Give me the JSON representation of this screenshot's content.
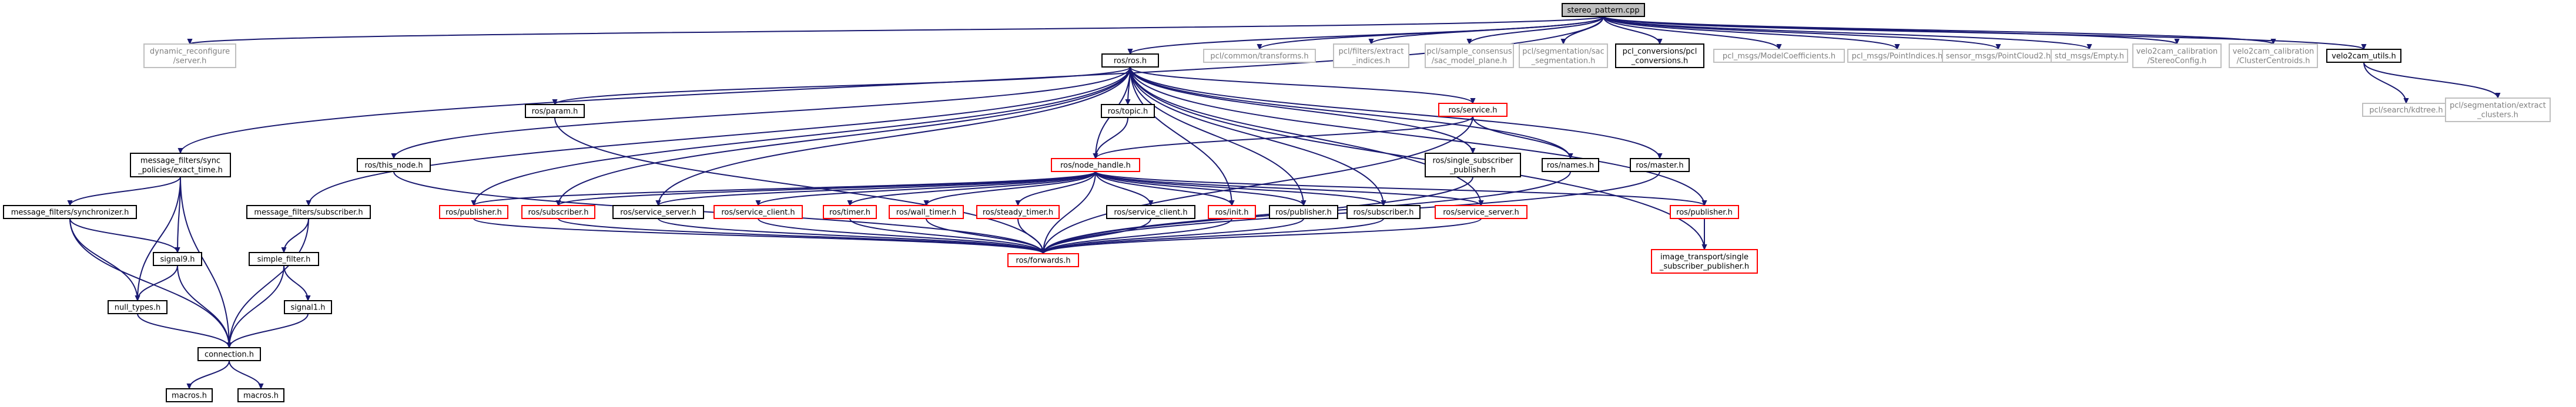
{
  "colors": {
    "edge": "#191970",
    "node_border": "#000000",
    "node_border_external": "#bfbfbf",
    "node_border_truncated": "#ff0000",
    "node_fill": "#ffffff",
    "root_fill": "#bfbfbf",
    "text": "#000000",
    "text_external": "#7f7f7f"
  },
  "nodes": [
    {
      "id": "root",
      "lines": [
        "stereo_pattern.cpp"
      ],
      "kind": "root"
    },
    {
      "id": "dynrec",
      "lines": [
        "dynamic_reconfigure",
        "/server.h"
      ],
      "kind": "external"
    },
    {
      "id": "rosros",
      "lines": [
        "ros/ros.h"
      ],
      "kind": "normal"
    },
    {
      "id": "pclcommon",
      "lines": [
        "pcl/common/transforms.h"
      ],
      "kind": "external"
    },
    {
      "id": "pclfilters",
      "lines": [
        "pcl/filters/extract",
        "_indices.h"
      ],
      "kind": "external"
    },
    {
      "id": "pclsac",
      "lines": [
        "pcl/sample_consensus",
        "/sac_model_plane.h"
      ],
      "kind": "external"
    },
    {
      "id": "pclseg",
      "lines": [
        "pcl/segmentation/sac",
        "_segmentation.h"
      ],
      "kind": "external"
    },
    {
      "id": "pclconv",
      "lines": [
        "pcl_conversions/pcl",
        "_conversions.h"
      ],
      "kind": "normal"
    },
    {
      "id": "pclmodel",
      "lines": [
        "pcl_msgs/ModelCoefficients.h"
      ],
      "kind": "external"
    },
    {
      "id": "pclidx",
      "lines": [
        "pcl_msgs/PointIndices.h"
      ],
      "kind": "external"
    },
    {
      "id": "sensor",
      "lines": [
        "sensor_msgs/PointCloud2.h"
      ],
      "kind": "external"
    },
    {
      "id": "stdempty",
      "lines": [
        "std_msgs/Empty.h"
      ],
      "kind": "external"
    },
    {
      "id": "velocfg",
      "lines": [
        "velo2cam_calibration",
        "/StereoConfig.h"
      ],
      "kind": "external"
    },
    {
      "id": "velocent",
      "lines": [
        "velo2cam_calibration",
        "/ClusterCentroids.h"
      ],
      "kind": "external"
    },
    {
      "id": "veloutils",
      "lines": [
        "velo2cam_utils.h"
      ],
      "kind": "normal"
    },
    {
      "id": "kdtree",
      "lines": [
        "pcl/search/kdtree.h"
      ],
      "kind": "external"
    },
    {
      "id": "extclusters",
      "lines": [
        "pcl/segmentation/extract",
        "_clusters.h"
      ],
      "kind": "external"
    },
    {
      "id": "msgsync",
      "lines": [
        "message_filters/sync",
        "_policies/exact_time.h"
      ],
      "kind": "normal"
    },
    {
      "id": "rosparam",
      "lines": [
        "ros/param.h"
      ],
      "kind": "normal"
    },
    {
      "id": "rostopic",
      "lines": [
        "ros/topic.h"
      ],
      "kind": "normal"
    },
    {
      "id": "rosservice",
      "lines": [
        "ros/service.h"
      ],
      "kind": "truncated"
    },
    {
      "id": "rosthisnode",
      "lines": [
        "ros/this_node.h"
      ],
      "kind": "normal"
    },
    {
      "id": "rosnodehandle",
      "lines": [
        "ros/node_handle.h"
      ],
      "kind": "truncated"
    },
    {
      "id": "rossinglesub",
      "lines": [
        "ros/single_subscriber",
        "_publisher.h"
      ],
      "kind": "normal"
    },
    {
      "id": "rosnames",
      "lines": [
        "ros/names.h"
      ],
      "kind": "normal"
    },
    {
      "id": "rosmaster",
      "lines": [
        "ros/master.h"
      ],
      "kind": "normal"
    },
    {
      "id": "msgsynchronizer",
      "lines": [
        "message_filters/synchronizer.h"
      ],
      "kind": "normal"
    },
    {
      "id": "msgsubscriber",
      "lines": [
        "message_filters/subscriber.h"
      ],
      "kind": "normal"
    },
    {
      "id": "rospublisher1",
      "lines": [
        "ros/publisher.h"
      ],
      "kind": "truncated"
    },
    {
      "id": "rossubscriber1",
      "lines": [
        "ros/subscriber.h"
      ],
      "kind": "truncated"
    },
    {
      "id": "rosserviceserver1",
      "lines": [
        "ros/service_server.h"
      ],
      "kind": "normal"
    },
    {
      "id": "rosserviceclient1",
      "lines": [
        "ros/service_client.h"
      ],
      "kind": "truncated"
    },
    {
      "id": "rostimer",
      "lines": [
        "ros/timer.h"
      ],
      "kind": "truncated"
    },
    {
      "id": "roswalltimer",
      "lines": [
        "ros/wall_timer.h"
      ],
      "kind": "truncated"
    },
    {
      "id": "rossteadytimer",
      "lines": [
        "ros/steady_timer.h"
      ],
      "kind": "truncated"
    },
    {
      "id": "rosserviceclient2",
      "lines": [
        "ros/service_client.h"
      ],
      "kind": "normal"
    },
    {
      "id": "rosinit",
      "lines": [
        "ros/init.h"
      ],
      "kind": "truncated"
    },
    {
      "id": "rospublisher2",
      "lines": [
        "ros/publisher.h"
      ],
      "kind": "normal"
    },
    {
      "id": "rossubscriber2",
      "lines": [
        "ros/subscriber.h"
      ],
      "kind": "normal"
    },
    {
      "id": "rosserviceserver2",
      "lines": [
        "ros/service_server.h"
      ],
      "kind": "truncated"
    },
    {
      "id": "rospublisher3",
      "lines": [
        "ros/publisher.h"
      ],
      "kind": "truncated"
    },
    {
      "id": "signal9",
      "lines": [
        "signal9.h"
      ],
      "kind": "normal"
    },
    {
      "id": "simplefilter",
      "lines": [
        "simple_filter.h"
      ],
      "kind": "normal"
    },
    {
      "id": "signal1",
      "lines": [
        "signal1.h"
      ],
      "kind": "normal"
    },
    {
      "id": "nulltypes",
      "lines": [
        "null_types.h"
      ],
      "kind": "normal"
    },
    {
      "id": "connection",
      "lines": [
        "connection.h"
      ],
      "kind": "normal"
    },
    {
      "id": "macros1",
      "lines": [
        "macros.h"
      ],
      "kind": "normal"
    },
    {
      "id": "macros2",
      "lines": [
        "macros.h"
      ],
      "kind": "normal"
    },
    {
      "id": "rosforwards",
      "lines": [
        "ros/forwards.h"
      ],
      "kind": "truncated"
    },
    {
      "id": "imgtransport",
      "lines": [
        "image_transport/single",
        "_subscriber_publisher.h"
      ],
      "kind": "truncated"
    }
  ],
  "edges": [
    [
      "root",
      "dynrec"
    ],
    [
      "root",
      "rosros"
    ],
    [
      "root",
      "pclcommon"
    ],
    [
      "root",
      "pclfilters"
    ],
    [
      "root",
      "pclsac"
    ],
    [
      "root",
      "pclseg"
    ],
    [
      "root",
      "pclconv"
    ],
    [
      "root",
      "pclmodel"
    ],
    [
      "root",
      "pclidx"
    ],
    [
      "root",
      "sensor"
    ],
    [
      "root",
      "stdempty"
    ],
    [
      "root",
      "velocfg"
    ],
    [
      "root",
      "velocent"
    ],
    [
      "root",
      "veloutils"
    ],
    [
      "root",
      "msgsync"
    ],
    [
      "veloutils",
      "kdtree"
    ],
    [
      "veloutils",
      "extclusters"
    ],
    [
      "rosros",
      "rosparam"
    ],
    [
      "rosros",
      "rostopic"
    ],
    [
      "rosros",
      "rosservice"
    ],
    [
      "rosros",
      "rosthisnode"
    ],
    [
      "rosros",
      "rosnodehandle"
    ],
    [
      "rosros",
      "rossinglesub"
    ],
    [
      "rosros",
      "rosnames"
    ],
    [
      "rosros",
      "rosmaster"
    ],
    [
      "rosros",
      "msgsubscriber"
    ],
    [
      "rosros",
      "rospublisher1"
    ],
    [
      "rosros",
      "rossubscriber1"
    ],
    [
      "rosros",
      "rosserviceserver1"
    ],
    [
      "rosros",
      "rosinit"
    ],
    [
      "rosros",
      "rospublisher2"
    ],
    [
      "rosros",
      "rossubscriber2"
    ],
    [
      "rosros",
      "rosserviceserver2"
    ],
    [
      "rosros",
      "rospublisher3"
    ],
    [
      "rosros",
      "imgtransport"
    ],
    [
      "rostopic",
      "rosnodehandle"
    ],
    [
      "rosservice",
      "rosnodehandle"
    ],
    [
      "rosservice",
      "rosnames"
    ],
    [
      "rosservice",
      "rosforwards"
    ],
    [
      "rosnodehandle",
      "rospublisher1"
    ],
    [
      "rosnodehandle",
      "rossubscriber1"
    ],
    [
      "rosnodehandle",
      "rosserviceserver1"
    ],
    [
      "rosnodehandle",
      "rosserviceclient1"
    ],
    [
      "rosnodehandle",
      "rostimer"
    ],
    [
      "rosnodehandle",
      "roswalltimer"
    ],
    [
      "rosnodehandle",
      "rossteadytimer"
    ],
    [
      "rosnodehandle",
      "rosserviceclient2"
    ],
    [
      "rosnodehandle",
      "rosinit"
    ],
    [
      "rosnodehandle",
      "rospublisher2"
    ],
    [
      "rosnodehandle",
      "rossubscriber2"
    ],
    [
      "rosnodehandle",
      "rosserviceserver2"
    ],
    [
      "rosnodehandle",
      "rospublisher3"
    ],
    [
      "rosnodehandle",
      "rosforwards"
    ],
    [
      "rosparam",
      "rosforwards"
    ],
    [
      "rosthisnode",
      "rosforwards"
    ],
    [
      "rossinglesub",
      "rosforwards"
    ],
    [
      "rosnames",
      "rosforwards"
    ],
    [
      "rosmaster",
      "rosforwards"
    ],
    [
      "rospublisher1",
      "rosforwards"
    ],
    [
      "rossubscriber1",
      "rosforwards"
    ],
    [
      "rosserviceserver1",
      "rosforwards"
    ],
    [
      "rosserviceclient1",
      "rosforwards"
    ],
    [
      "rostimer",
      "rosforwards"
    ],
    [
      "roswalltimer",
      "rosforwards"
    ],
    [
      "rossteadytimer",
      "rosforwards"
    ],
    [
      "rosserviceclient2",
      "rosforwards"
    ],
    [
      "rosinit",
      "rosforwards"
    ],
    [
      "rospublisher2",
      "rosforwards"
    ],
    [
      "rossubscriber2",
      "rosforwards"
    ],
    [
      "rosserviceserver2",
      "rosforwards"
    ],
    [
      "rospublisher3",
      "imgtransport"
    ],
    [
      "msgsync",
      "msgsynchronizer"
    ],
    [
      "msgsync",
      "signal9"
    ],
    [
      "msgsync",
      "nulltypes"
    ],
    [
      "msgsync",
      "connection"
    ],
    [
      "msgsynchronizer",
      "signal9"
    ],
    [
      "msgsynchronizer",
      "nulltypes"
    ],
    [
      "msgsynchronizer",
      "connection"
    ],
    [
      "signal9",
      "nulltypes"
    ],
    [
      "signal9",
      "connection"
    ],
    [
      "nulltypes",
      "connection"
    ],
    [
      "msgsubscriber",
      "simplefilter"
    ],
    [
      "msgsubscriber",
      "connection"
    ],
    [
      "simplefilter",
      "signal1"
    ],
    [
      "simplefilter",
      "connection"
    ],
    [
      "signal1",
      "connection"
    ],
    [
      "connection",
      "macros1"
    ],
    [
      "connection",
      "macros2"
    ]
  ]
}
